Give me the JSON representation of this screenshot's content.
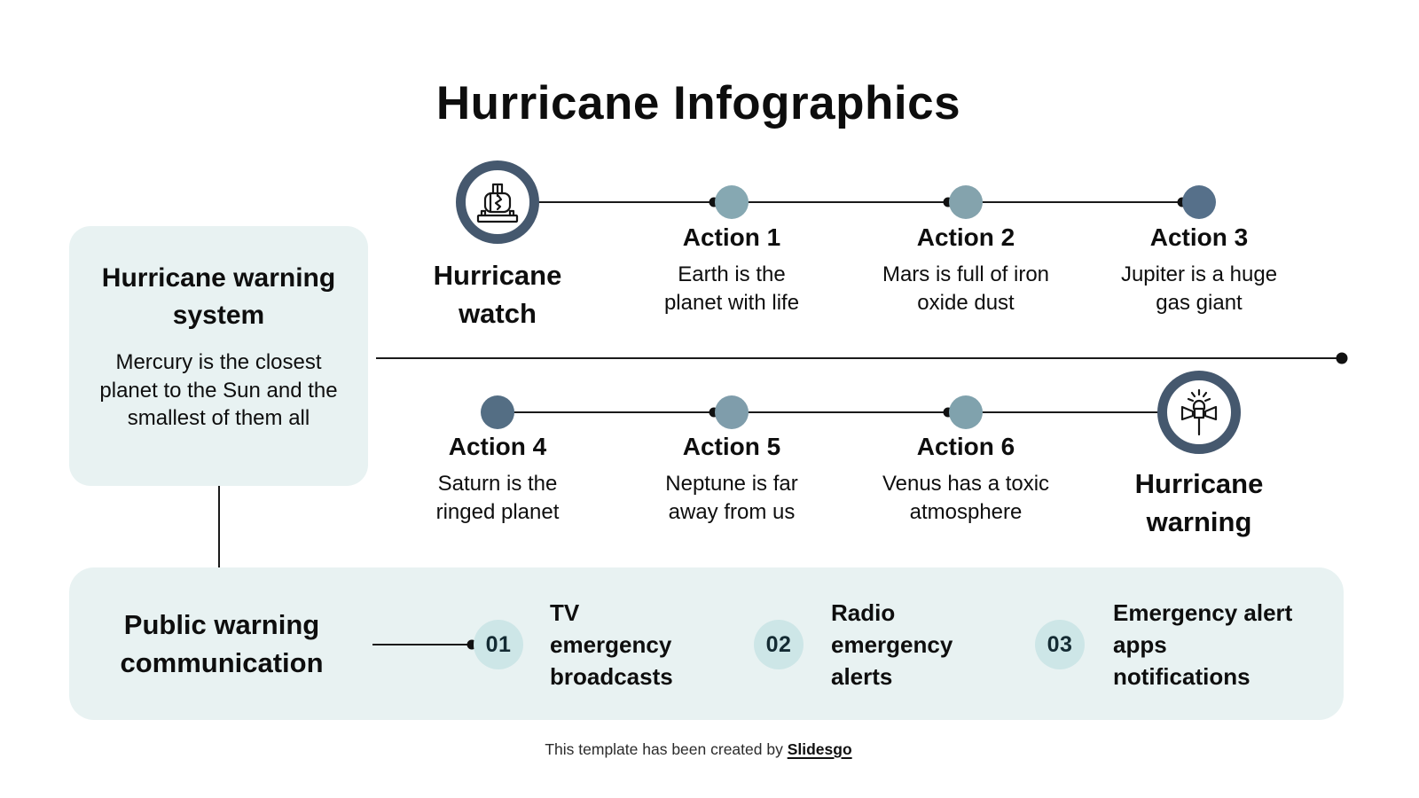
{
  "title": "Hurricane Infographics",
  "colors": {
    "accent_ring": "#45586e",
    "panel_bg": "#e8f2f2",
    "number_circle_bg": "#cde6e7",
    "connector_line": "#1a1a1a",
    "dot_light": "#86a8b2",
    "dot_medium": "#7f9fab",
    "dot_dark": "#56708a"
  },
  "left_panel": {
    "heading": "Hurricane warning system",
    "body": "Mercury is the closest planet to the Sun and the smallest of them all"
  },
  "timeline_top": {
    "milestone": {
      "label": "Hurricane watch",
      "icon": "seismograph-icon"
    },
    "actions": [
      {
        "label": "Action 1",
        "description": "Earth is the planet with life",
        "dot_color": "#86a8b2"
      },
      {
        "label": "Action 2",
        "description": "Mars is full of iron oxide dust",
        "dot_color": "#84a3ad"
      },
      {
        "label": "Action 3",
        "description": "Jupiter is a huge gas giant",
        "dot_color": "#56708a"
      }
    ]
  },
  "timeline_bottom": {
    "actions": [
      {
        "label": "Action 4",
        "description": "Saturn is the ringed planet",
        "dot_color": "#546e84"
      },
      {
        "label": "Action 5",
        "description": "Neptune is far away from us",
        "dot_color": "#7f9dab"
      },
      {
        "label": "Action 6",
        "description": "Venus has a toxic atmosphere",
        "dot_color": "#80a2ad"
      }
    ],
    "milestone": {
      "label": "Hurricane warning",
      "icon": "siren-icon"
    }
  },
  "bottom_panel": {
    "heading": "Public warning communication",
    "items": [
      {
        "number": "01",
        "label": "TV emergency broadcasts"
      },
      {
        "number": "02",
        "label": "Radio emergency alerts"
      },
      {
        "number": "03",
        "label": "Emergency alert apps notifications"
      }
    ]
  },
  "footer": {
    "text": "This template has been created by ",
    "brand": "Slidesgo"
  }
}
